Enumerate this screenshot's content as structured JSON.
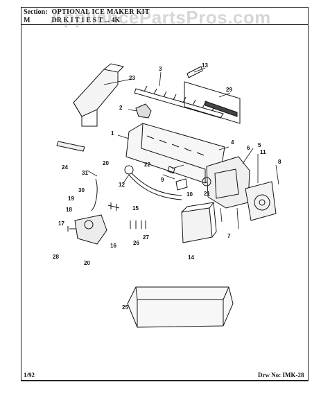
{
  "header": {
    "section_label": "Section:",
    "section_title": "OPTIONAL ICE MAKER KIT",
    "model_label": "M",
    "model_text": "DR K I  T 1 E  S T  ... 4K"
  },
  "watermark": "AppliancePartsPros.com",
  "footer": {
    "date": "1/92",
    "drawing_no": "Drw No: IMK-28"
  },
  "callouts": [
    "1",
    "2",
    "3",
    "4",
    "5",
    "6",
    "7",
    "8",
    "9",
    "10",
    "11",
    "12",
    "13",
    "14",
    "15",
    "16",
    "17",
    "18",
    "19",
    "20",
    "20",
    "21",
    "22",
    "23",
    "24",
    "25",
    "26",
    "27",
    "28",
    "29",
    "30",
    "31"
  ]
}
